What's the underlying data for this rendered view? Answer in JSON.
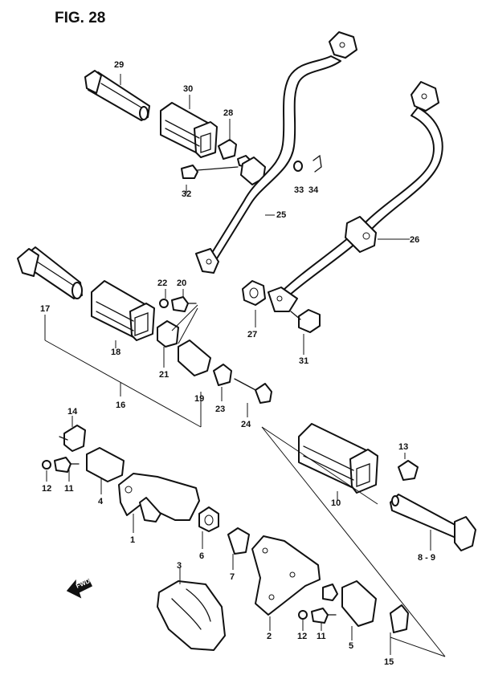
{
  "figure": {
    "title": "FIG. 28"
  },
  "direction_label": "FWD",
  "callouts": [
    {
      "id": "c29",
      "label": "29"
    },
    {
      "id": "c30",
      "label": "30"
    },
    {
      "id": "c28",
      "label": "28"
    },
    {
      "id": "c32",
      "label": "32"
    },
    {
      "id": "c33",
      "label": "33"
    },
    {
      "id": "c34",
      "label": "34"
    },
    {
      "id": "c25",
      "label": "25"
    },
    {
      "id": "c26",
      "label": "26"
    },
    {
      "id": "c17",
      "label": "17"
    },
    {
      "id": "c22",
      "label": "22"
    },
    {
      "id": "c20",
      "label": "20"
    },
    {
      "id": "c18",
      "label": "18"
    },
    {
      "id": "c21",
      "label": "21"
    },
    {
      "id": "c27",
      "label": "27"
    },
    {
      "id": "c31",
      "label": "31"
    },
    {
      "id": "c16",
      "label": "16"
    },
    {
      "id": "c19",
      "label": "19"
    },
    {
      "id": "c23",
      "label": "23"
    },
    {
      "id": "c24",
      "label": "24"
    },
    {
      "id": "c14",
      "label": "14"
    },
    {
      "id": "c12a",
      "label": "12"
    },
    {
      "id": "c11a",
      "label": "11"
    },
    {
      "id": "c4",
      "label": "4"
    },
    {
      "id": "c1",
      "label": "1"
    },
    {
      "id": "c6",
      "label": "6"
    },
    {
      "id": "c10",
      "label": "10"
    },
    {
      "id": "c13",
      "label": "13"
    },
    {
      "id": "c89",
      "label": "8 - 9"
    },
    {
      "id": "c3",
      "label": "3"
    },
    {
      "id": "c7",
      "label": "7"
    },
    {
      "id": "c2",
      "label": "2"
    },
    {
      "id": "c12b",
      "label": "12"
    },
    {
      "id": "c11b",
      "label": "11"
    },
    {
      "id": "c5",
      "label": "5"
    },
    {
      "id": "c15",
      "label": "15"
    }
  ]
}
